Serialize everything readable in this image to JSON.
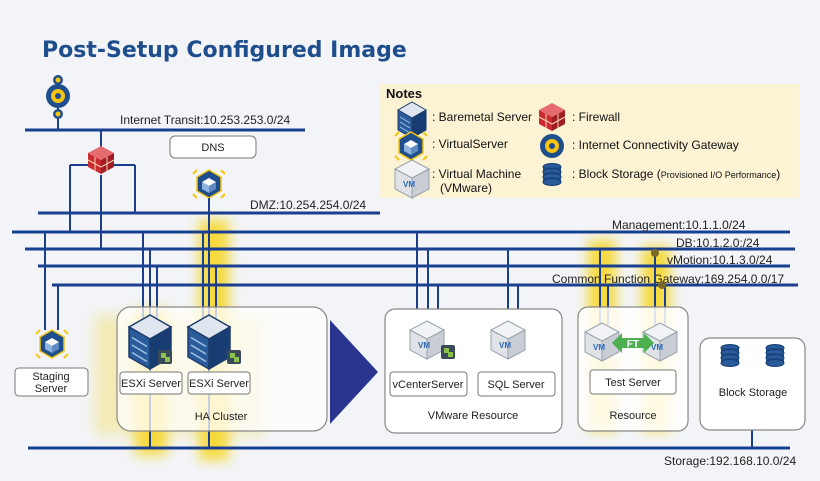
{
  "title": "Post-Setup Configured Image",
  "networks": {
    "internet_transit": "Internet Transit:10.253.253.0/24",
    "dmz": "DMZ:10.254.254.0/24",
    "management": "Management:10.1.1.0/24",
    "db": "DB:10.1.2.0:/24",
    "vmotion": "vMotion:10.1.3.0/24",
    "common_function_gateway": "Common Function Gateway:169.254.0.0/17",
    "storage": "Storage:192.168.10.0/24"
  },
  "nodes": {
    "dns": "DNS",
    "staging_server_line1": "Staging",
    "staging_server_line2": "Server",
    "esxi_server_1": "ESXi Server",
    "esxi_server_2": "ESXi Server",
    "ha_cluster": "HA Cluster",
    "vcenter_server": "vCenterServer",
    "sql_server": "SQL Server",
    "vmware_resource": "VMware Resource",
    "test_server": "Test Server",
    "resource": "Resource",
    "block_storage": "Block Storage",
    "vm_badge": "VM",
    "ft_badge": "FT"
  },
  "notes": {
    "heading": "Notes",
    "baremetal_server": ": Baremetal Server",
    "firewall": ": Firewall",
    "virtual_server": ": VirtualServer",
    "internet_connectivity_gateway": ": Internet Connectivity Gateway",
    "virtual_machine_line1": ": Virtual Machine",
    "virtual_machine_line2": "(VMware)",
    "block_storage": ": Block Storage (",
    "block_storage_detail": "Provisioned I/O Performance",
    "block_storage_close": ")"
  },
  "colors": {
    "title": "#1f4e8c",
    "network_line": "#1a3f8f",
    "highlight": "#f7d51b",
    "arrow": "#2a3590",
    "notes_bg": "#fbf3d4",
    "firewall": "#cc2a32",
    "ft_arrow": "#4caf50"
  },
  "icons": [
    "internet-gateway-icon",
    "firewall-icon",
    "virtual-server-icon",
    "baremetal-server-icon",
    "virtual-machine-icon",
    "vmware-badge-icon",
    "block-storage-icon"
  ]
}
